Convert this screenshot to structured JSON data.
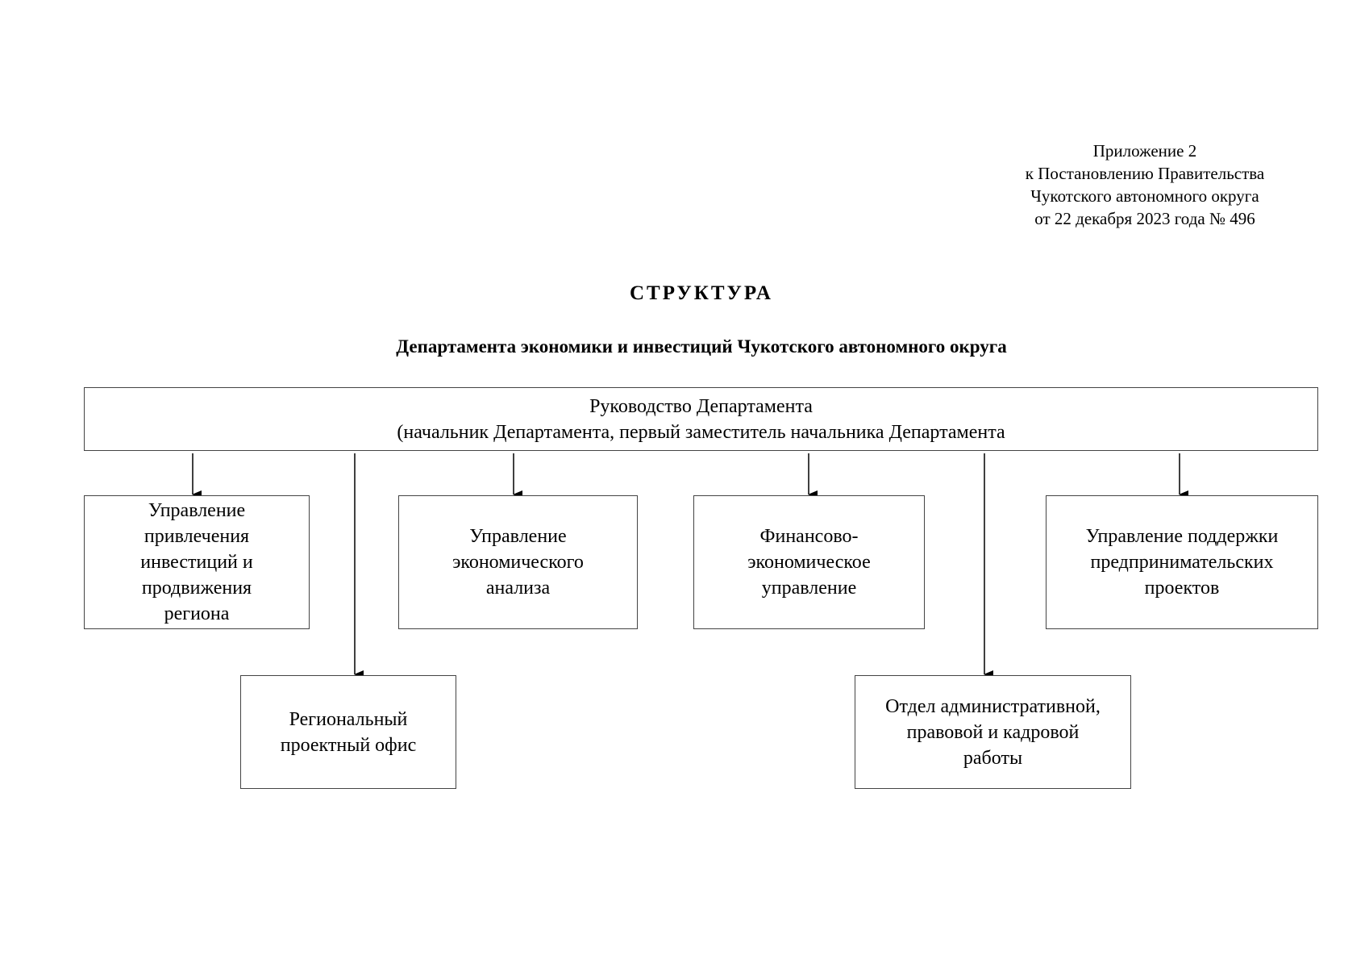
{
  "appendix": {
    "lines": [
      "Приложение 2",
      "к Постановлению Правительства",
      "Чукотского автономного округа",
      "от 22 декабря 2023 года № 496"
    ]
  },
  "title": "СТРУКТУРА",
  "subtitle": "Департамента экономики и инвестиций Чукотского автономного округа",
  "leadership": {
    "lines": [
      "Руководство Департамента",
      "(начальник Департамента, первый заместитель начальника Департамента"
    ]
  },
  "units": [
    {
      "lines": [
        "Управление",
        "привлечения",
        "инвестиций и",
        "продвижения",
        "региона"
      ]
    },
    {
      "lines": [
        "Управление",
        "экономического",
        "анализа"
      ]
    },
    {
      "lines": [
        "Финансово-",
        "экономическое",
        "управление"
      ]
    },
    {
      "lines": [
        "Управление поддержки",
        "предпринимательских",
        "проектов"
      ]
    },
    {
      "lines": [
        "Региональный",
        "проектный офис"
      ]
    },
    {
      "lines": [
        "Отдел административной,",
        "правовой и кадровой",
        "работы"
      ]
    }
  ],
  "colors": {
    "line": "#000000",
    "border": "#444444"
  }
}
